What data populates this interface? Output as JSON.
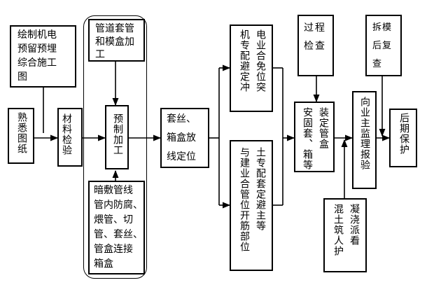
{
  "nodes": {
    "shuxi_tuzhi": "熟悉图纸",
    "huizhi_tu": [
      "绘制机电",
      "预留预埋",
      "综合施工",
      "图"
    ],
    "cailiao_jianyan": "材料检验",
    "guandao_jiagong": [
      "管道套管",
      "和模盒加",
      "工"
    ],
    "yuzhi_jiagong": "预制加工",
    "anfu_guanxian": [
      "暗敷管线",
      "管内防腐、",
      "煨管、切",
      "管、套丝、",
      "管盒连接",
      "箱盒"
    ],
    "taosi_dingwei": [
      "套丝、",
      "箱盒放",
      "线定位"
    ],
    "jidian_bimian": [
      "电业合免位突",
      "机专配避定冲"
    ],
    "yu_tujian": [
      "土专配套定避主等",
      "与建业合管位开筋部位"
    ],
    "guocheng_jiancha": "过程检查",
    "anzhuang_guangai": [
      "装定管盒",
      "安固套、箱等"
    ],
    "hunningtu_kanhu": [
      "凝浇派看",
      "混土筑人护"
    ],
    "xiang_jianli": [
      "向业主监理报验"
    ],
    "chaimo_fucha": "拆模后复查",
    "houqi_baohu": "后期保护"
  }
}
